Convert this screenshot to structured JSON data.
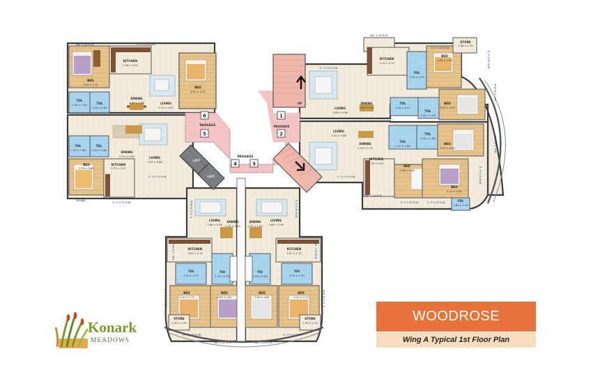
{
  "title": "WOODROSE",
  "subtitle": "Wing A Typical 1st Floor Plan",
  "logo": {
    "word": "Konark",
    "sub": "MEADOWS",
    "icon": "reeds-logo-icon"
  },
  "colors": {
    "accent": "#e8733a",
    "subtitle_bg": "#f7dcbd",
    "passage": "#f3c5c7",
    "floor": "#f1ead9",
    "bedroom_floor": "#e7c78e",
    "toilet": "#a9d5ee",
    "lift": "#7c7f81",
    "logo_green": "#7a9a2a"
  },
  "passage_label": "PASSAGE",
  "stair_label": "UP",
  "lift_label": "LIFT",
  "passage_numbers": [
    "1",
    "2",
    "3",
    "4",
    "5",
    "6"
  ],
  "rooms": {
    "nw": {
      "bal": "Bal. 0.88 M.W.",
      "ep_top": "E. P. 0.75 M.W.",
      "kitchen": [
        "KITCHEN",
        "2.56 x 3.05"
      ],
      "bed_a": [
        "BED",
        "3.09 x 3.75"
      ],
      "bed_b": [
        "BED",
        "3.01 x 3.25"
      ],
      "dining": [
        "DINING",
        "1.98 x 2.58"
      ],
      "living": [
        "LIVING",
        "3.12 x 4.82"
      ],
      "tol1": [
        "TOL",
        "1.30 x 1.52"
      ],
      "tol2": [
        "TOL",
        "1.30 x 1.82"
      ]
    },
    "w": {
      "tol1": [
        "TOL",
        "1.30 x 1.86"
      ],
      "tol2": [
        "TOL",
        "1.30 x 1.86"
      ],
      "dining": [
        "DINING",
        "2.70 x 2.94"
      ],
      "living": [
        "LIVING",
        "3.29 x 3.86"
      ],
      "bed": [
        "BED",
        "2.74 x 3.80"
      ],
      "kitchen": [
        "KITCHEN",
        "2.75 x 3.07"
      ],
      "ep_bottom": "E. P. 0.75 M.W.",
      "ep_left": "E. P. 0.75 M.W.",
      "dhajja": "DHAJJA"
    },
    "ne": {
      "bal": "Bal. 1.10 M.W.",
      "kitchen": [
        "KITCHEN",
        "3.43 x 3.10"
      ],
      "ep_top": "E. P. 0.75 M.W.",
      "ep_top2": "E. P. 0.75 M.W.",
      "store": [
        "STORE",
        "1.65 x 1.32"
      ],
      "bed": [
        "BED",
        "4.08 x 2.90"
      ],
      "tol": [
        "TOL",
        "1.55 x 2.55"
      ],
      "living": [
        "LIVING",
        "4.65 x 4.36"
      ],
      "dining": [
        "DINING",
        "1.69 x 3.16"
      ],
      "bed2": [
        "BED",
        "4.07 x 3.05"
      ],
      "tol2": [
        "TOL",
        "2.04 x 1.37"
      ],
      "tol3": [
        "TOL",
        "1.42 x 1.06"
      ],
      "ep_right": "E. P. 0.70 M.W.",
      "bal_right": "Bal. 1.40 M.W."
    },
    "e": {
      "living": [
        "LIVING",
        "4.52 x 3.86"
      ],
      "dining": [
        "DINING",
        "2.03 x 2.19"
      ],
      "tol1": [
        "TOL",
        "1.22 x 1.86"
      ],
      "tol2": [
        "TOL",
        "1.42 x 1.86"
      ],
      "bed": [
        "BED",
        "4.07 x 3.05"
      ],
      "kitchen": [
        "KITCHEN",
        "2.39 x 3.22"
      ],
      "bed2": [
        "BED",
        "2.46 x 2.99"
      ],
      "bed3": [
        "BED",
        "4.13 x 2.85"
      ],
      "ep_mid": "E. P. 0.75 M.W.",
      "bal": "Bal. 1.10 M.W.",
      "ep_bottom": "E. P. 0.70 M.W.",
      "ep_bottom2": "E. P. 0.75 M.W.",
      "tol3": [
        "TOL",
        "1.85 x 1.39"
      ],
      "ep_right": "E. P. 0.70 M.W.",
      "bal_right": "Bal. 1.40 M.W."
    },
    "sw": {
      "ep_top": "E. P. 0.75 M.W.",
      "living": [
        "LIVING",
        "3.86 x 3.36"
      ],
      "dining": [
        "DINING",
        "2.37 x 1.83"
      ],
      "kitchen": [
        "KITCHEN",
        "3.07 x 2.74"
      ],
      "bal": "Bal. 1.10 M.W.",
      "toi1": [
        "TOI",
        "2.35 x 1.53"
      ],
      "toi2": [
        "TOI",
        "1.23 x 2.36"
      ],
      "bed1": [
        "BED",
        "3.10 x 3.71"
      ],
      "bed2": [
        "BED",
        "3.05 x 3.81"
      ],
      "store": [
        "STORE",
        "1.30 x 1.35"
      ],
      "ep_left": "E. P. 0.75 M.W.",
      "ep_bottom": "E. P. 0.70 M.W.",
      "bal_bottom": "Bal. 1.50 M.W."
    },
    "se": {
      "ep_top": "E. P. 0.75 M.W.",
      "living": [
        "LIVING",
        "3.86 x 3.36"
      ],
      "dining": [
        "DINING",
        "2.37 x 1.83"
      ],
      "kitchen": [
        "KITCHEN",
        "3.07 x 2.74"
      ],
      "bal": "Bal. 1.10 M.W.",
      "toi1": [
        "TOI",
        "2.35 x 1.53"
      ],
      "toi2": [
        "TOI",
        "1.23 x 2.36"
      ],
      "bed1": [
        "BED",
        "3.10 x 3.71"
      ],
      "bed2": [
        "BED",
        "3.05 x 3.81"
      ],
      "store": [
        "STORE",
        "1.30 x 1.35"
      ],
      "ep_right": "E. P. 0.75 M.W.",
      "ep_bottom": "E. P. 0.70 M.W.",
      "bal_bottom": "Bal. 1.50 M.W."
    }
  }
}
